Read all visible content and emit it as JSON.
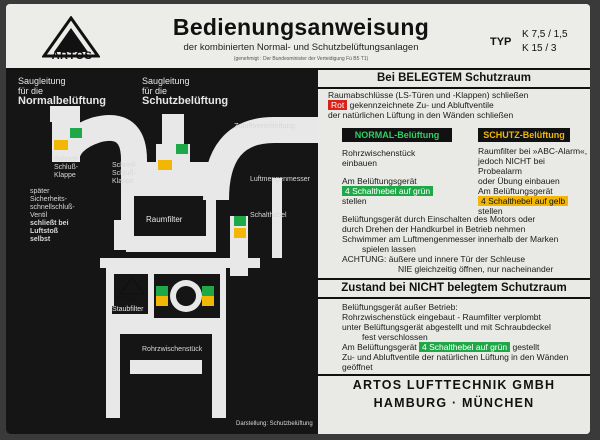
{
  "header": {
    "logo_text": "ARTOS",
    "title": "Bedienungsanweisung",
    "subtitle": "der kombinierten Normal- und Schutzbelüftungsanlagen",
    "fineprint": "(genehmigt : Der Bundesminister der Verteidigung Fü B5 T1)",
    "typ_label": "TYP",
    "typ_line1": "K 7,5 / 1,5",
    "typ_line2": "K 15 / 3"
  },
  "diagram": {
    "normal_label_line1": "Saugleitung",
    "normal_label_line2": "für die",
    "normal_label_bold": "Normalbelüftung",
    "schutz_label_line1": "Saugleitung",
    "schutz_label_line2": "für die",
    "schutz_label_bold": "Schutzbelüftung",
    "zuluft": "Zuluftverteilleitung",
    "klappe_left_1": "Schnell-",
    "klappe_left_2": "Schluß-",
    "klappe_left_3": "Klappe",
    "klappe_mid_1": "Schnell-",
    "klappe_mid_2": "Schluß-",
    "klappe_mid_3": "Klappe",
    "ventil_1": "später",
    "ventil_2": "Sicherheits-",
    "ventil_3": "schnellschluß-",
    "ventil_4": "Ventil",
    "ventil_5": "schließt bei",
    "ventil_6": "Luftstoß",
    "ventil_7": "selbst",
    "raumfilter": "Raumfilter",
    "luftmengenmesser": "Luftmengenmesser",
    "schalthebel": "Schalthebel",
    "staubfilter": "Staubfilter",
    "rohrzwischenstueck": "Rohrzwischenstück",
    "darstellung": "Darstellung: Schutzbelüftung",
    "logo_small": "ARTOS"
  },
  "belegt": {
    "heading": "Bei BELEGTEM Schutzraum",
    "line1": "Raumabschlüsse (LS-Türen und -Klappen) schließen",
    "rot_tag": "Rot",
    "line2": "gekennzeichnete Zu- und Abluftventile",
    "line3": "der natürlichen Lüftung in den Wänden schließen",
    "normal_box": "NORMAL-Belüftung",
    "schutz_box": "SCHUTZ-Belüftung",
    "normal_1": "Rohrzwischenstück",
    "normal_2": "einbauen",
    "normal_3": "Am Belüftungsgerät",
    "normal_tag": "4 Schalthebel auf grün",
    "normal_4": "stellen",
    "schutz_1": "Raumfilter bei »ABC-Alarm«,",
    "schutz_2": "jedoch NICHT bei Probealarm",
    "schutz_3": "oder Übung einbauen",
    "schutz_4": "Am Belüftungsgerät",
    "schutz_tag": "4 Schalthebel auf gelb",
    "schutz_5": "stellen",
    "start_1": "Belüftungsgerät durch Einschalten des Motors oder",
    "start_2": "durch Drehen der Handkurbel in Betrieb nehmen",
    "start_3": "Schwimmer am Luftmengenmesser innerhalb der Marken",
    "start_4": "spielen lassen",
    "start_5": "ACHTUNG: äußere und innere Tür der Schleuse",
    "start_6": "NIE gleichzeitig öffnen, nur nacheinander"
  },
  "nicht": {
    "heading": "Zustand bei NICHT belegtem Schutzraum",
    "line1": "Belüftungsgerät außer Betrieb:",
    "line2": "Rohrzwischenstück eingebaut - Raumfilter verplombt",
    "line3": "unter Belüftungsgerät abgestellt und mit Schraubdeckel",
    "line4": "fest verschlossen",
    "line5a": "Am Belüftungsgerät",
    "green_tag": "4 Schalthebel auf grün",
    "line5b": "gestellt",
    "line6": "Zu- und Abluftventile der natürlichen Lüftung in den Wänden",
    "line7": "geöffnet"
  },
  "footer": {
    "line1": "ARTOS LUFTTECHNIK GMBH",
    "line2": "HAMBURG · MÜNCHEN"
  },
  "colors": {
    "red": "#d8231a",
    "green": "#1fa848",
    "yellow": "#f2b705",
    "panel": "#151515"
  }
}
